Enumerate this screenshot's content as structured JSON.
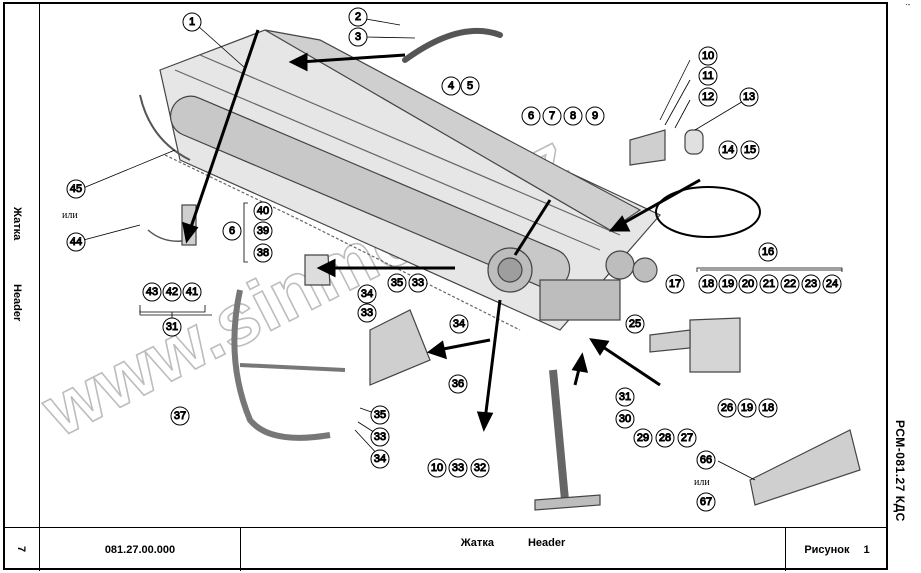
{
  "sheet": {
    "side_title_ru": "Жатка",
    "side_title_en": "Header",
    "doc_code": "РСМ-081.27 КДС",
    "page_number": "7",
    "drawing_number": "081.27.00.000",
    "bottom_title_ru": "Жатка",
    "bottom_title_en": "Header",
    "figure_label": "Рисунок",
    "figure_number": "1",
    "corner_mark": "·-"
  },
  "watermark": "www.sinmoto.kz",
  "or_label": "или",
  "callouts": {
    "c1": "1",
    "c2": "2",
    "c3": "3",
    "c4": "4",
    "c5": "5",
    "c6": "6",
    "c7": "7",
    "c8": "8",
    "c9": "9",
    "c10": "10",
    "c11": "11",
    "c12": "12",
    "c13": "13",
    "c14": "14",
    "c15": "15",
    "c16": "16",
    "c17": "17",
    "c18": "18",
    "c19": "19",
    "c20": "20",
    "c21": "21",
    "c22": "22",
    "c23": "23",
    "c24": "24",
    "c25": "25",
    "c26": "26",
    "c27": "27",
    "c28": "28",
    "c29": "29",
    "c30": "30",
    "c31": "31",
    "c32": "32",
    "c33": "33",
    "c34": "34",
    "c35": "35",
    "c36": "36",
    "c37": "37",
    "c38": "38",
    "c39": "39",
    "c40": "40",
    "c41": "41",
    "c42": "42",
    "c43": "43",
    "c44": "44",
    "c45": "45",
    "c66": "66",
    "c67": "67"
  }
}
